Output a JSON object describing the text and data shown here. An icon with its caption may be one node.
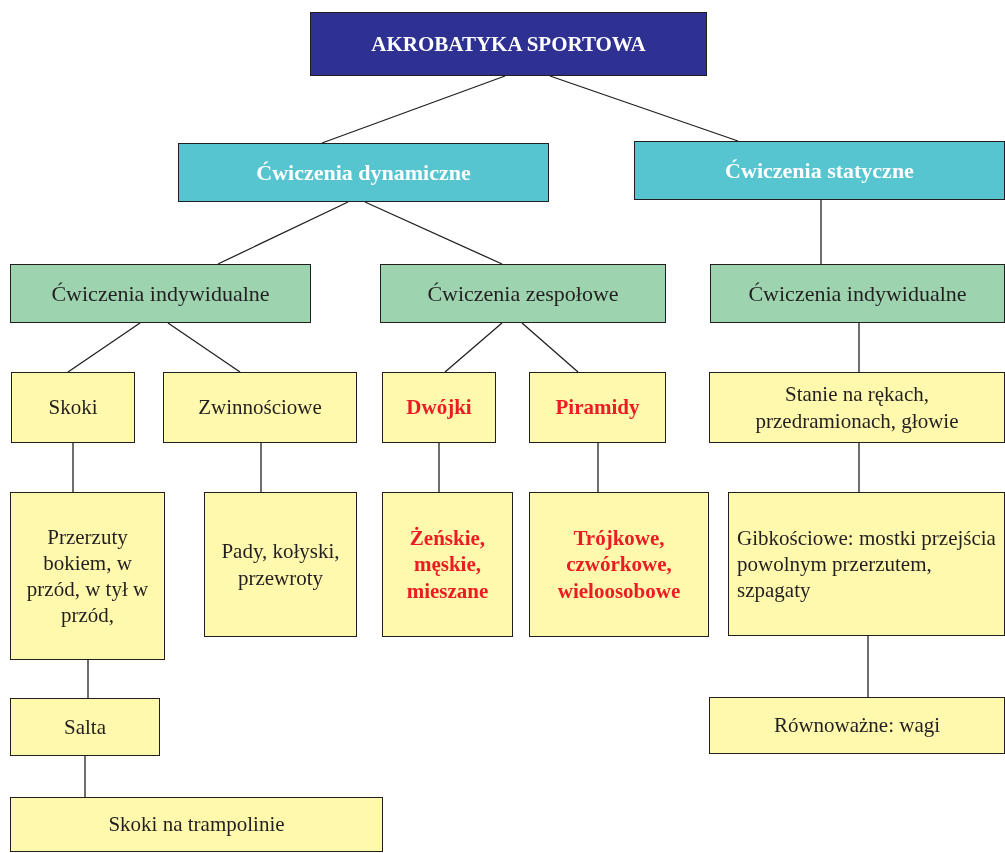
{
  "diagram": {
    "nodes": [
      {
        "text": [
          "AKROBATYKA SPORTOWA"
        ]
      },
      {
        "text": [
          "Ćwiczenia dynamiczne"
        ]
      },
      {
        "text": [
          "Ćwiczenia statyczne"
        ]
      },
      {
        "text": [
          "Ćwiczenia indywidualne"
        ]
      },
      {
        "text": [
          "Ćwiczenia zespołowe"
        ]
      },
      {
        "text": [
          "Ćwiczenia indywidualne"
        ]
      },
      {
        "text": [
          "Skoki"
        ]
      },
      {
        "text": [
          "Zwinnościowe"
        ]
      },
      {
        "text": [
          "Dwójki"
        ]
      },
      {
        "text": [
          "Piramidy"
        ]
      },
      {
        "text": [
          "Stanie na rękach, przedramionach, głowie"
        ]
      },
      {
        "text": [
          "Przerzuty bokiem, w przód, w tył w przód,"
        ]
      },
      {
        "text": [
          "Pady, kołyski, przewroty"
        ]
      },
      {
        "text": [
          "Żeńskie, męskie, mieszane"
        ]
      },
      {
        "text": [
          "Trójkowe, czwórkowe, wieloosobowe"
        ]
      },
      {
        "text": [
          "Gibkościowe: mostki przejścia powolnym przerzutem, szpagaty"
        ]
      },
      {
        "text": [
          "Salta"
        ]
      },
      {
        "text": [
          "Skoki na trampolinie"
        ]
      },
      {
        "text": [
          "Równoważne: wagi"
        ]
      }
    ],
    "edges": [
      {
        "from": 0,
        "to": 1,
        "arrow": "none"
      },
      {
        "from": 0,
        "to": 2,
        "arrow": "none"
      },
      {
        "from": 1,
        "to": 3,
        "arrow": "none"
      },
      {
        "from": 1,
        "to": 4,
        "arrow": "none"
      },
      {
        "from": 2,
        "to": 5,
        "arrow": "none"
      },
      {
        "from": 3,
        "to": 6,
        "arrow": "none"
      },
      {
        "from": 3,
        "to": 7,
        "arrow": "none"
      },
      {
        "from": 4,
        "to": 8,
        "arrow": "none"
      },
      {
        "from": 4,
        "to": 9,
        "arrow": "none"
      },
      {
        "from": 5,
        "to": 10,
        "arrow": "none"
      },
      {
        "from": 6,
        "to": 11,
        "arrow": "none"
      },
      {
        "from": 7,
        "to": 12,
        "arrow": "none"
      },
      {
        "from": 8,
        "to": 13,
        "arrow": "none"
      },
      {
        "from": 9,
        "to": 14,
        "arrow": "none"
      },
      {
        "from": 10,
        "to": 15,
        "arrow": "none"
      },
      {
        "from": 11,
        "to": 16,
        "arrow": "none"
      },
      {
        "from": 16,
        "to": 17,
        "arrow": "none"
      },
      {
        "from": 15,
        "to": 18,
        "arrow": "none"
      }
    ]
  }
}
